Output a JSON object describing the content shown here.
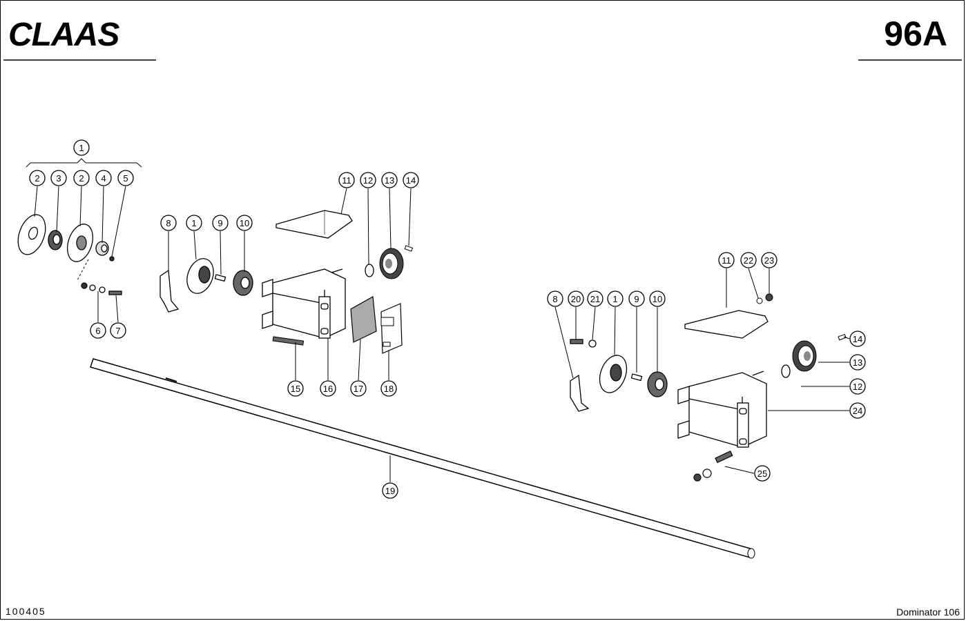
{
  "header": {
    "logo_text": "CLAAS",
    "page_number": "96A"
  },
  "footer": {
    "doc_number": "100405",
    "model": "Dominator 106"
  },
  "callouts": [
    "1",
    "2",
    "3",
    "2",
    "4",
    "5",
    "6",
    "7",
    "8",
    "1",
    "9",
    "10",
    "11",
    "12",
    "13",
    "14",
    "15",
    "16",
    "17",
    "18",
    "19",
    "11",
    "22",
    "23",
    "8",
    "20",
    "21",
    "1",
    "9",
    "10",
    "14",
    "13",
    "12",
    "24",
    "25"
  ]
}
